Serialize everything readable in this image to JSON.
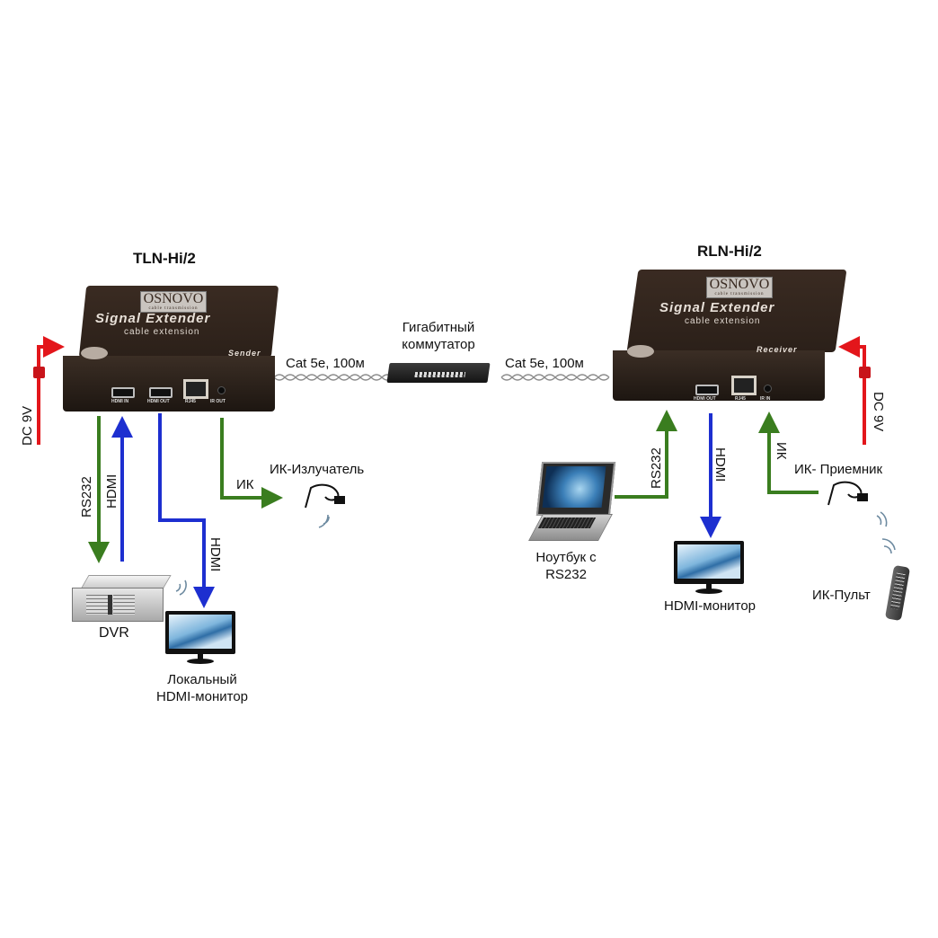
{
  "sender": {
    "model": "TLN-Hi/2",
    "brand": "OSNOVO",
    "brand_sub": "cable transmission",
    "product": "Signal Extender",
    "subtitle": "cable extension",
    "role": "Sender",
    "ports": [
      "HDMI IN",
      "HDMI OUT",
      "RJ45",
      "IR OUT"
    ]
  },
  "receiver": {
    "model": "RLN-Hi/2",
    "brand": "OSNOVO",
    "brand_sub": "cable transmission",
    "product": "Signal Extender",
    "subtitle": "cable extension",
    "role": "Receiver",
    "ports": [
      "HDMI OUT",
      "RJ45",
      "IR IN"
    ]
  },
  "switch": {
    "label_line1": "Гигабитный",
    "label_line2": "коммутатор"
  },
  "cables": {
    "left": "Cat 5e, 100м",
    "right": "Cat 5e, 100м"
  },
  "power": {
    "left": "DC 9V",
    "right": "DC 9V"
  },
  "signals": {
    "rs232": "RS232",
    "hdmi": "HDMI",
    "ir": "ИК"
  },
  "devices": {
    "dvr": "DVR",
    "local_monitor_line1": "Локальный",
    "local_monitor_line2": "HDMI-монитор",
    "ir_emitter": "ИК-Излучатель",
    "laptop_line1": "Ноутбук с",
    "laptop_line2": "RS232",
    "hdmi_monitor": "HDMI-монитор",
    "ir_receiver": "ИК- Приемник",
    "ir_remote": "ИК-Пульт"
  },
  "colors": {
    "power": "#e3161b",
    "rs232_ir": "#3a7d1f",
    "hdmi": "#1d2fd0"
  }
}
